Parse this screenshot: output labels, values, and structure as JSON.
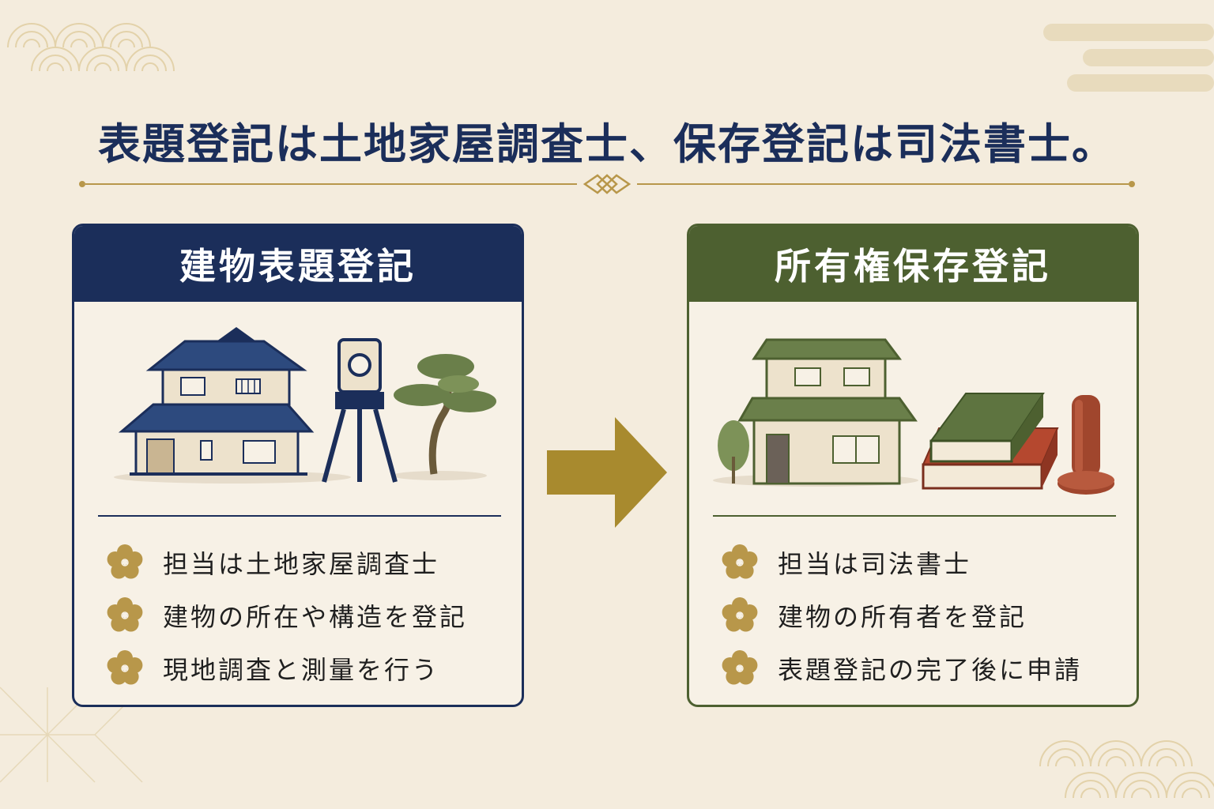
{
  "title": "表題登記は土地家屋調査士、保存登記は司法書士。",
  "colors": {
    "background": "#f4ecdd",
    "navy": "#1b2e5a",
    "green": "#4d6030",
    "gold": "#b8974a",
    "arrow": "#a88a2e"
  },
  "left_card": {
    "heading": "建物表題登記",
    "illustration_icons": [
      "traditional-house-icon",
      "surveying-instrument-icon",
      "pine-tree-icon"
    ],
    "items": [
      {
        "icon": "plum-flower-icon",
        "text": "担当は土地家屋調査士"
      },
      {
        "icon": "plum-flower-icon",
        "text": "建物の所在や構造を登記"
      },
      {
        "icon": "plum-flower-icon",
        "text": "現地調査と測量を行う"
      }
    ]
  },
  "arrow": {
    "icon": "arrow-right-icon"
  },
  "right_card": {
    "heading": "所有権保存登記",
    "illustration_icons": [
      "modern-house-icon",
      "books-icon",
      "seal-stamp-icon"
    ],
    "items": [
      {
        "icon": "plum-flower-icon",
        "text": "担当は司法書士"
      },
      {
        "icon": "plum-flower-icon",
        "text": "建物の所有者を登記"
      },
      {
        "icon": "plum-flower-icon",
        "text": "表題登記の完了後に申請"
      }
    ]
  }
}
